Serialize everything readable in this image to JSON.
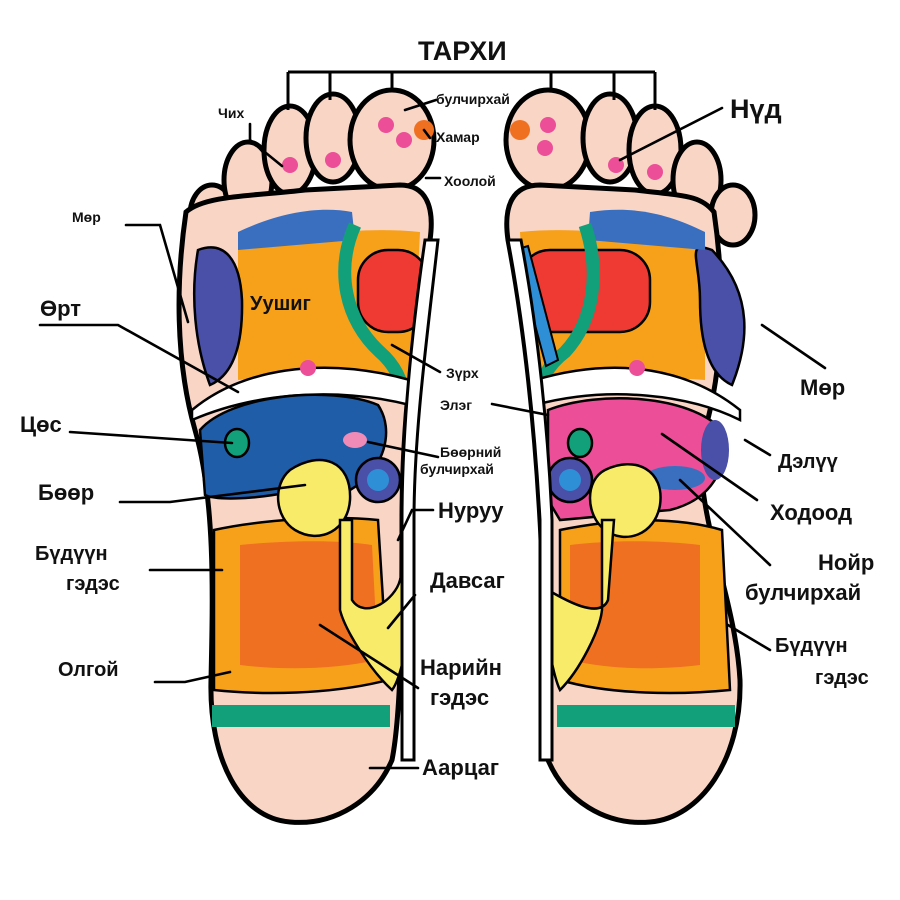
{
  "colors": {
    "skin": "#f9d5c6",
    "orange": "#f7a11a",
    "dark_orange": "#f07022",
    "red": "#ee3a32",
    "blue": "#3a6fc0",
    "dark_blue": "#1f5da8",
    "indigo": "#4a4fa8",
    "green": "#11a07a",
    "pink": "#ec4e97",
    "light_pink": "#f08bb7",
    "yellow": "#f9eb6a",
    "light_blue": "#2f8fd6",
    "outline": "#000000"
  },
  "labels": {
    "brain": "ТАРХИ",
    "ear": "Чих",
    "gland_top": "булчирхай",
    "nose": "Хамар",
    "throat": "Хоолой",
    "eye": "Нүд",
    "shoulder_left": "Мөр",
    "shoulder_right": "Мөр",
    "bronchus": "Өрт",
    "lung": "Уушиг",
    "heart": "Зүрх",
    "esophagus": "Элэг",
    "gallbladder": "Цөс",
    "adrenal_1": "Бөөрний",
    "adrenal_2": "булчирхай",
    "spleen": "Дэлүү",
    "stomach": "Ходоод",
    "kidney": "Бөөр",
    "spine": "Нуруу",
    "pancreas_1": "Нойр",
    "pancreas_2": "булчирхай",
    "colon_left_1": "Бүдүүн",
    "colon_left_2": "гэдэс",
    "bladder": "Давсаг",
    "colon_right_1": "Бүдүүн",
    "colon_right_2": "гэдэс",
    "appendix": "Олгой",
    "small_int_1": "Нарийн",
    "small_int_2": "гэдэс",
    "heel": "Аарцаг"
  }
}
